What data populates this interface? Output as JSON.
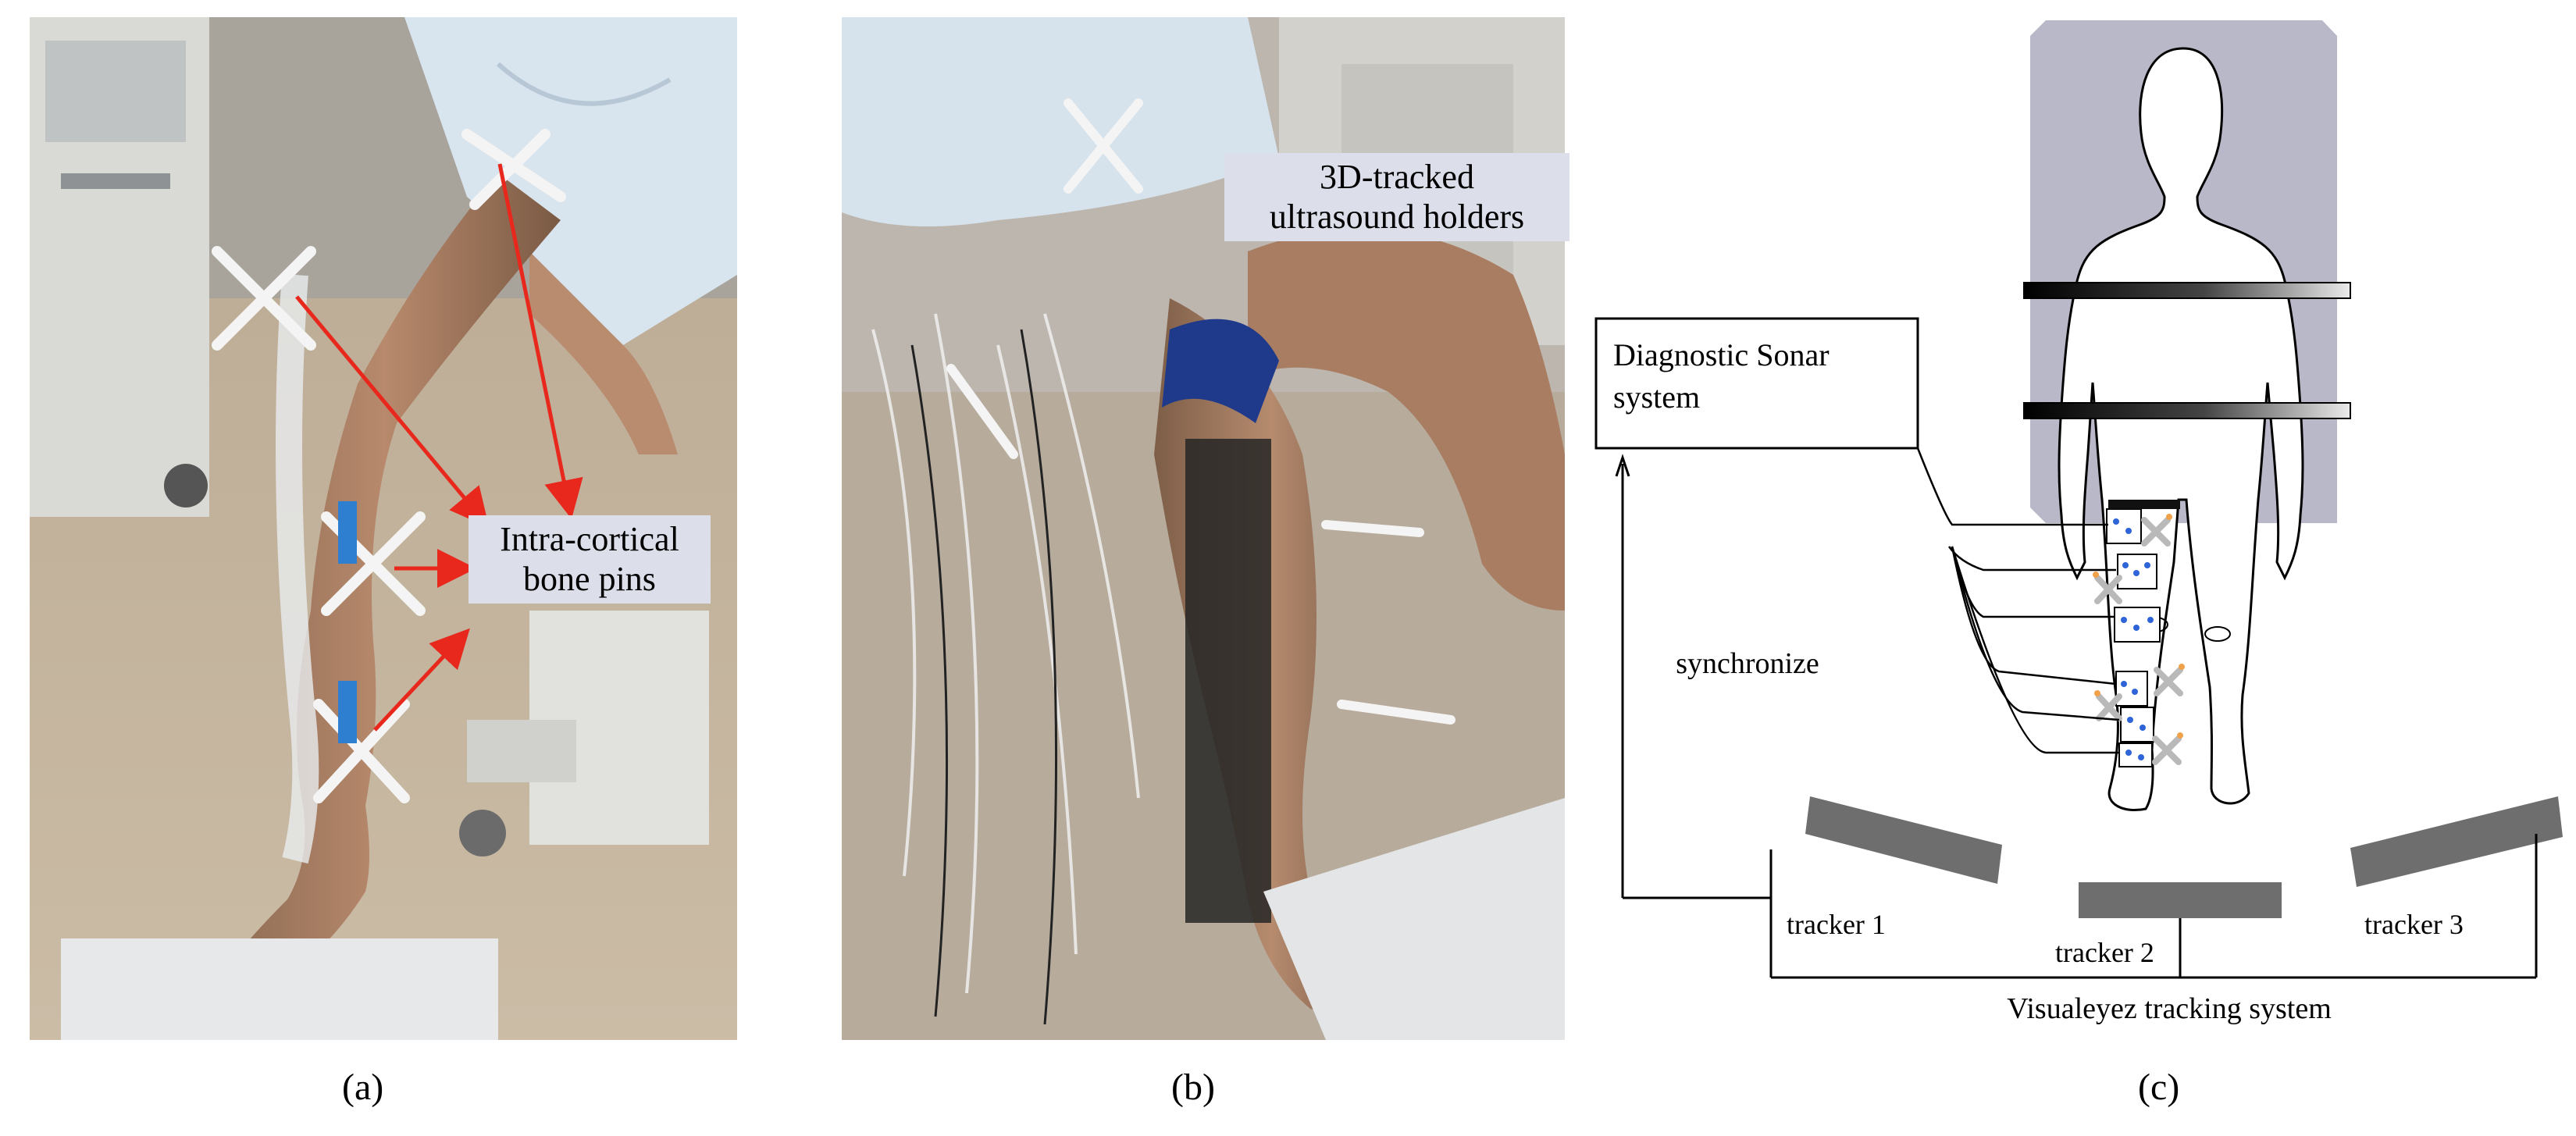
{
  "panels": {
    "a": {
      "caption": "(a)",
      "callout": [
        "Intra-cortical",
        "bone pins"
      ],
      "arrow_color": "#e8281c"
    },
    "b": {
      "caption": "(b)",
      "callout": [
        "3D-tracked",
        "ultrasound holders"
      ],
      "arrow_color": "#3c82dc"
    },
    "c": {
      "caption": "(c)",
      "sonar_box": [
        "Diagnostic Sonar",
        "system"
      ],
      "synchronize": "synchronize",
      "trackers": [
        "tracker 1",
        "tracker 2",
        "tracker 3"
      ],
      "tracking_system": "Visualeyez tracking system"
    }
  },
  "colors": {
    "callout_bg": "#dcdfea",
    "body_panel": "#b8b8c8",
    "tracker": "#6e6e6e"
  }
}
